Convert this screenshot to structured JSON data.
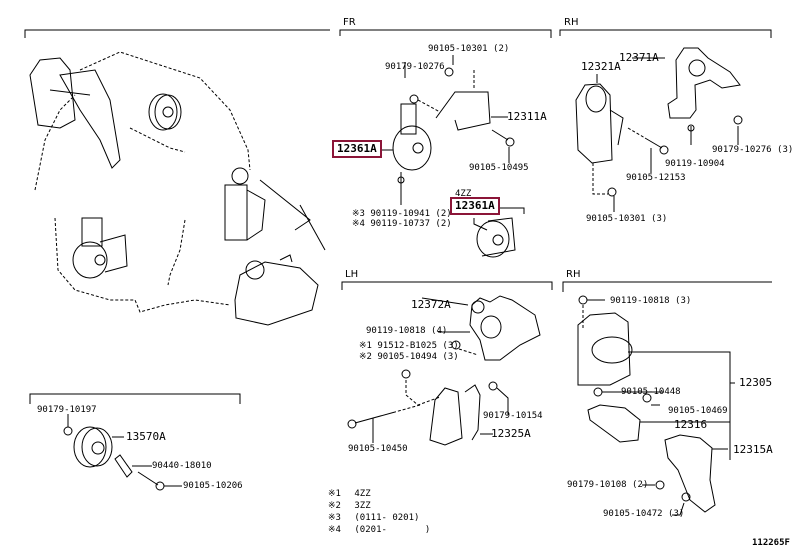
{
  "diagram_id": "112265F",
  "sections": {
    "fr": {
      "title": "FR",
      "labels": {
        "bolt_top": "90105-10301 (2)",
        "nut": "90179-10276",
        "bracket": "12311A",
        "mount_highlight": "12361A",
        "bolt_side": "90105-10495",
        "bolt_note3": "※3 90119-10941 (2)",
        "bolt_note4": "※4 90119-10737 (2)",
        "variant_tag": "4ZZ",
        "mount_highlight_2": "12361A"
      }
    },
    "rh_top": {
      "title": "RH",
      "labels": {
        "mount": "12371A",
        "insulator": "12321A",
        "nut": "90179-10276 (3)",
        "bolt_a": "90119-10904",
        "bolt_b": "90105-12153",
        "bolt_c": "90105-10301 (3)"
      }
    },
    "lh": {
      "title": "LH",
      "labels": {
        "mount": "12372A",
        "bolt_a": "90119-10818 (4)",
        "note1": "※1 91512-B1025 (3)",
        "note2": "※2 90105-10494 (3)",
        "nut": "90179-10154",
        "bracket": "12325A",
        "bolt_long": "90105-10450"
      }
    },
    "rh_bottom": {
      "title": "RH",
      "labels": {
        "bolt_top": "90119-10818 (3)",
        "assembly": "12305",
        "bolt_a": "90105-10448",
        "bolt_b": "90105-10469",
        "insulator": "12316",
        "bracket": "12315A",
        "nut": "90179-10108 (2)",
        "bolt_c": "90105-10472 (3)"
      }
    },
    "pulley": {
      "labels": {
        "nut": "90179-10197",
        "pulley": "13570A",
        "collar": "90440-18010",
        "bolt": "90105-10206"
      }
    }
  },
  "notes": [
    {
      "mark": "※1",
      "text": "4ZZ"
    },
    {
      "mark": "※2",
      "text": "3ZZ"
    },
    {
      "mark": "※3",
      "text": "(0111- 0201)"
    },
    {
      "mark": "※4",
      "text": "(0201-       )"
    }
  ],
  "colors": {
    "highlight": "#8b1538",
    "line": "#000000",
    "background": "#ffffff"
  }
}
